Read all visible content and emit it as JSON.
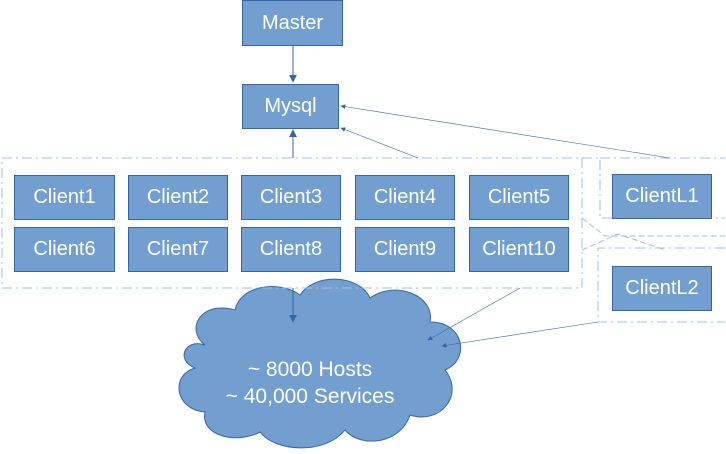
{
  "colors": {
    "box_fill": "#729fcf",
    "box_border": "#3465a4",
    "arrow": "#3465a4",
    "group_border": "#9fc0e0",
    "text": "#ffffff"
  },
  "master": {
    "label": "Master"
  },
  "mysql": {
    "label": "Mysql"
  },
  "clients": [
    {
      "label": "Client1"
    },
    {
      "label": "Client2"
    },
    {
      "label": "Client3"
    },
    {
      "label": "Client4"
    },
    {
      "label": "Client5"
    },
    {
      "label": "Client6"
    },
    {
      "label": "Client7"
    },
    {
      "label": "Client8"
    },
    {
      "label": "Client9"
    },
    {
      "label": "Client10"
    }
  ],
  "remote_clients": [
    {
      "label": "ClientL1"
    },
    {
      "label": "ClientL2"
    }
  ],
  "cloud": {
    "line1": "~ 8000 Hosts",
    "line2": "~ 40,000 Services"
  }
}
